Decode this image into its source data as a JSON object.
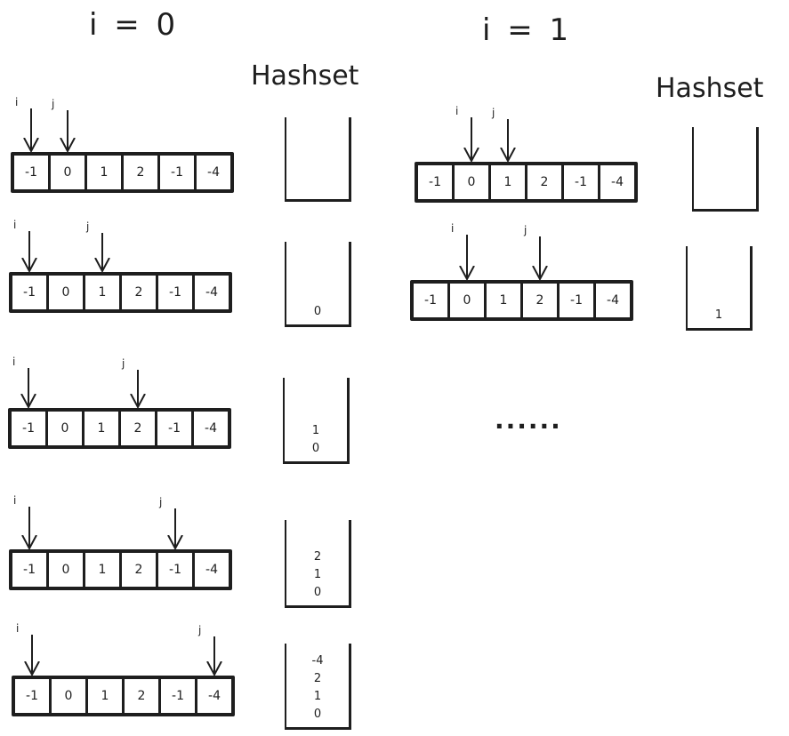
{
  "panels": [
    {
      "title": "i = 0",
      "hashset_label": "Hashset",
      "steps": [
        {
          "array": [
            "-1",
            "0",
            "1",
            "2",
            "-1",
            "-4"
          ],
          "i": 0,
          "j": 1,
          "i_label": "i",
          "j_label": "j",
          "hashset": []
        },
        {
          "array": [
            "-1",
            "0",
            "1",
            "2",
            "-1",
            "-4"
          ],
          "i": 0,
          "j": 2,
          "i_label": "i",
          "j_label": "j",
          "hashset": [
            "0"
          ]
        },
        {
          "array": [
            "-1",
            "0",
            "1",
            "2",
            "-1",
            "-4"
          ],
          "i": 0,
          "j": 3,
          "i_label": "i",
          "j_label": "j",
          "hashset": [
            "1",
            "0"
          ]
        },
        {
          "array": [
            "-1",
            "0",
            "1",
            "2",
            "-1",
            "-4"
          ],
          "i": 0,
          "j": 4,
          "i_label": "i",
          "j_label": "j",
          "hashset": [
            "2",
            "1",
            "0"
          ]
        },
        {
          "array": [
            "-1",
            "0",
            "1",
            "2",
            "-1",
            "-4"
          ],
          "i": 0,
          "j": 5,
          "i_label": "i",
          "j_label": "j",
          "hashset": [
            "-4",
            "2",
            "1",
            "0"
          ]
        }
      ]
    },
    {
      "title": "i = 1",
      "hashset_label": "Hashset",
      "steps": [
        {
          "array": [
            "-1",
            "0",
            "1",
            "2",
            "-1",
            "-4"
          ],
          "i": 1,
          "j": 2,
          "i_label": "i",
          "j_label": "j",
          "hashset": []
        },
        {
          "array": [
            "-1",
            "0",
            "1",
            "2",
            "-1",
            "-4"
          ],
          "i": 1,
          "j": 3,
          "i_label": "i",
          "j_label": "j",
          "hashset": [
            "1"
          ]
        }
      ],
      "continuation": "......"
    }
  ]
}
